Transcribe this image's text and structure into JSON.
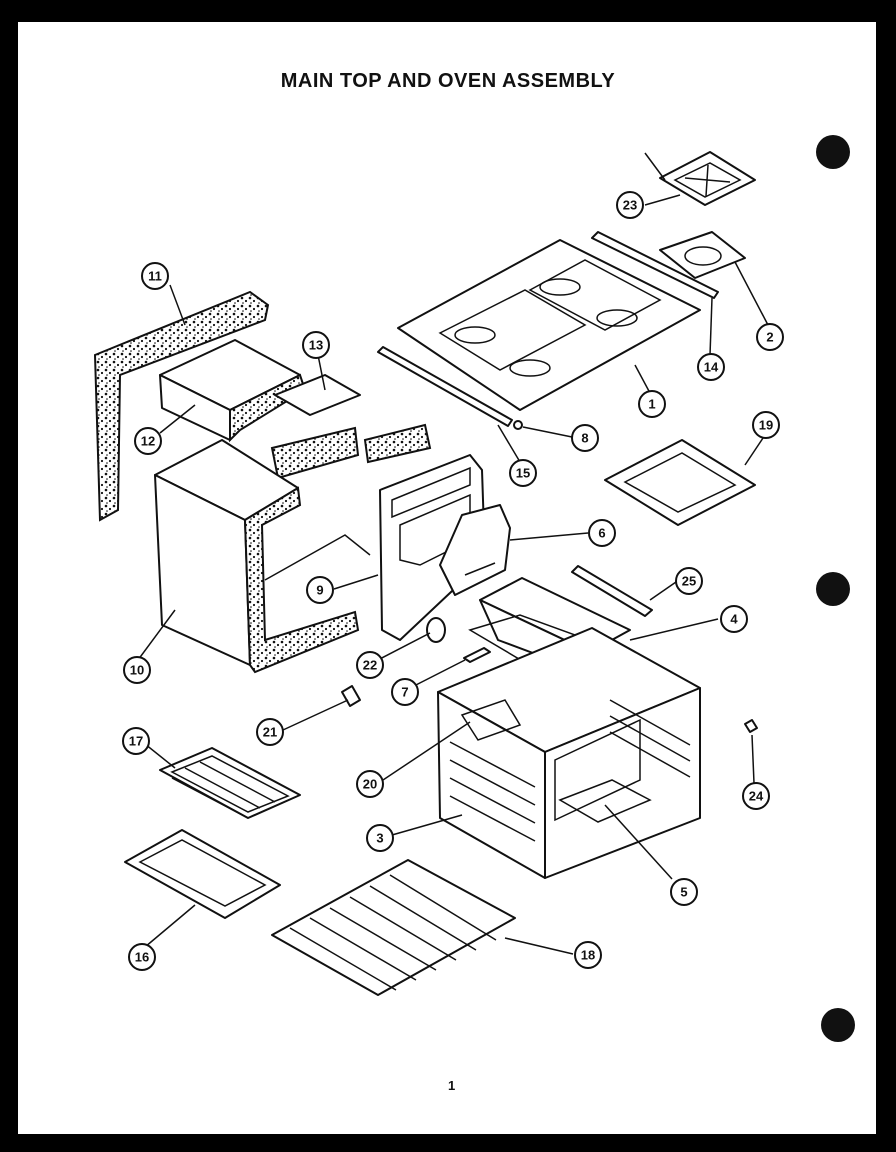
{
  "title": "MAIN TOP AND OVEN ASSEMBLY",
  "page_number": "1",
  "callouts": [
    "1",
    "2",
    "3",
    "4",
    "5",
    "6",
    "7",
    "8",
    "9",
    "10",
    "11",
    "12",
    "13",
    "14",
    "15",
    "16",
    "17",
    "18",
    "19",
    "20",
    "21",
    "22",
    "23",
    "24",
    "25"
  ]
}
